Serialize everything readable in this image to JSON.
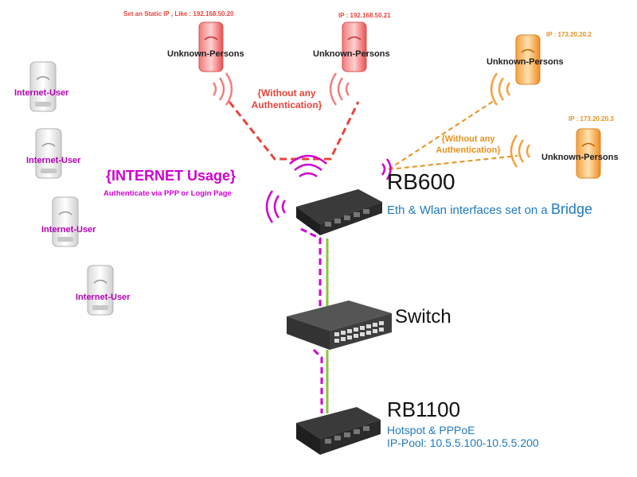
{
  "internet_users": [
    "Internet-User",
    "Internet-User",
    "Internet-User",
    "Internet-User"
  ],
  "unknown_persons": [
    {
      "label": "Unknown-Persons",
      "note": "Set an Static IP , Like : 192.168.50.20"
    },
    {
      "label": "Unknown-Persons",
      "note": "IP : 192.168.50.21"
    },
    {
      "label": "Unknown-Persons",
      "note": "IP : 173.20.20.2"
    },
    {
      "label": "Unknown-Persons",
      "note": "IP : 173.20.20.3"
    }
  ],
  "no_auth_red": {
    "line1": "{Without any",
    "line2": "Authentication}"
  },
  "no_auth_orange": {
    "line1": "{Without any",
    "line2": "Authentication}"
  },
  "internet_usage": {
    "title": "{INTERNET Usage}",
    "subtitle": "Authenticate via PPP or Login Page"
  },
  "rb600": {
    "name": "RB600",
    "desc": "Eth & Wlan interfaces set on a ",
    "desc_emph": "Bridge"
  },
  "switch": {
    "name": "Switch"
  },
  "rb1100": {
    "name": "RB1100",
    "line1": "Hotspot & PPPoE",
    "line2": "IP-Pool: 10.5.5.100-10.5.5.200"
  },
  "colors": {
    "user": "#b400b4",
    "red": "#e8443a",
    "orange": "#e8911c",
    "magenta": "#d000d0",
    "green": "#8cc63f",
    "blue": "#1f7ac2"
  }
}
